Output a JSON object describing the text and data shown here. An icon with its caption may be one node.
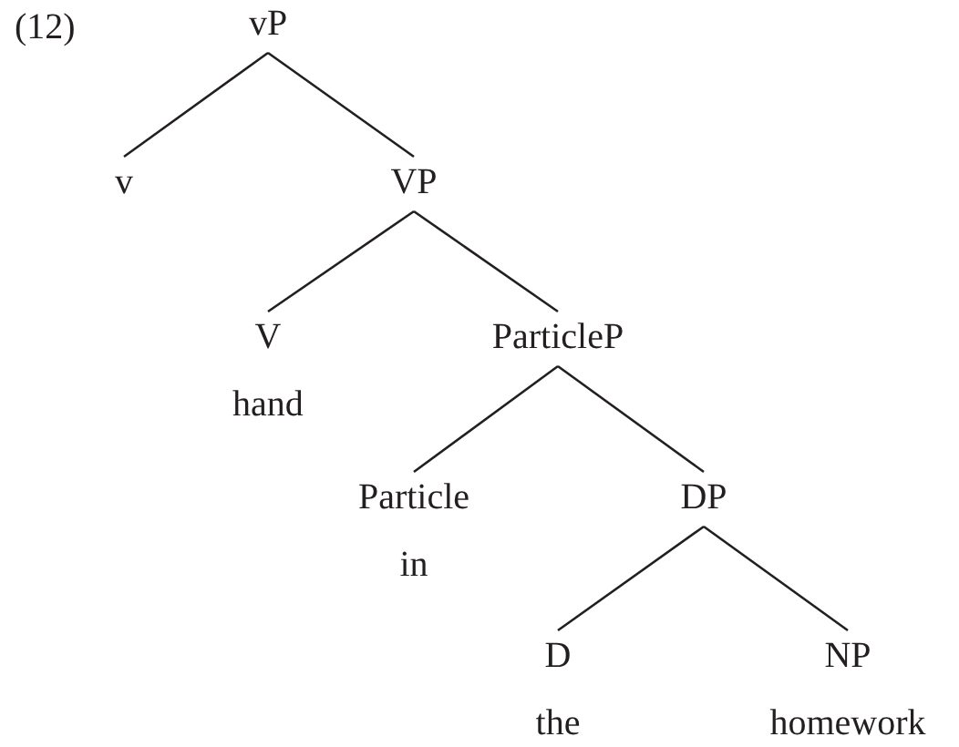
{
  "diagram": {
    "nodes": [
      {
        "text": [
          "vP"
        ]
      },
      {
        "text": [
          "v"
        ]
      },
      {
        "text": [
          "VP"
        ]
      },
      {
        "text": [
          "V",
          "hand"
        ]
      },
      {
        "text": [
          "ParticleP"
        ]
      },
      {
        "text": [
          "Particle",
          "in"
        ]
      },
      {
        "text": [
          "DP"
        ]
      },
      {
        "text": [
          "D",
          "the"
        ]
      },
      {
        "text": [
          "NP",
          "homework"
        ]
      }
    ],
    "edges": [
      {
        "from": 0,
        "to": 1,
        "arrow": "none"
      },
      {
        "from": 0,
        "to": 2,
        "arrow": "none"
      },
      {
        "from": 2,
        "to": 3,
        "arrow": "none"
      },
      {
        "from": 2,
        "to": 4,
        "arrow": "none"
      },
      {
        "from": 4,
        "to": 5,
        "arrow": "none"
      },
      {
        "from": 4,
        "to": 6,
        "arrow": "none"
      },
      {
        "from": 6,
        "to": 7,
        "arrow": "none"
      },
      {
        "from": 6,
        "to": 8,
        "arrow": "none"
      }
    ],
    "labels": [
      "(12)"
    ]
  }
}
